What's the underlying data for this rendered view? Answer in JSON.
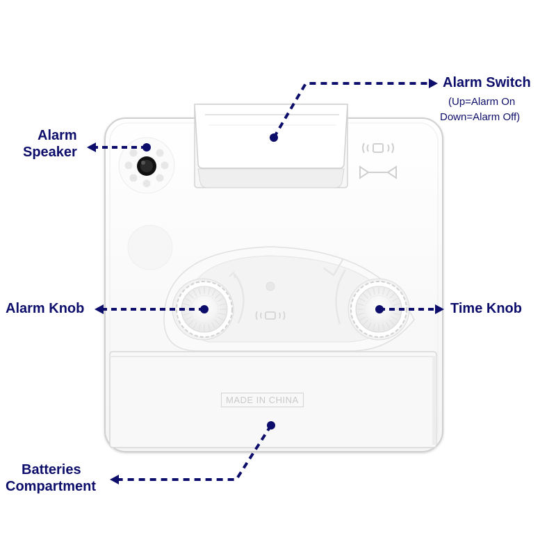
{
  "labels": {
    "alarm_switch": "Alarm Switch",
    "alarm_switch_note_line1": "(Up=Alarm On",
    "alarm_switch_note_line2": "Down=Alarm Off)",
    "alarm_speaker_line1": "Alarm",
    "alarm_speaker_line2": "Speaker",
    "alarm_knob": "Alarm Knob",
    "time_knob": "Time Knob",
    "batteries_line1": "Batteries",
    "batteries_line2": "Compartment"
  },
  "device": {
    "embossed_text": "MADE IN CHINA"
  },
  "colors": {
    "callout": "#0d0d6b",
    "body": "#ffffff",
    "outline": "#d9d9d9"
  },
  "icons": {
    "alarm_on": "ringing-bell-icon",
    "alarm_off": "silent-bell-icon",
    "alarm_indicator": "alarm-wave-icon"
  }
}
